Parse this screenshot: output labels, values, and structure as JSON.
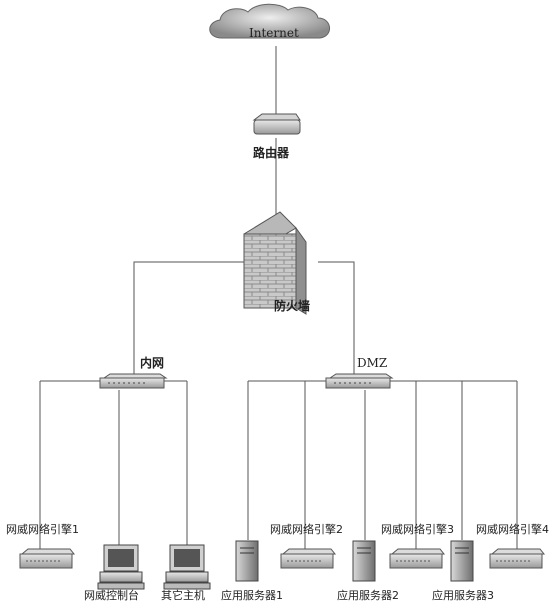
{
  "diagram": {
    "internet": "Internet",
    "router": "路由器",
    "firewall": "防火墙",
    "lan_label": "内网",
    "dmz_label": "DMZ",
    "engines": [
      "网威网络引擎1",
      "网威网络引擎2",
      "网威网络引擎3",
      "网威网络引擎4"
    ],
    "console": "网威控制台",
    "other_host": "其它主机",
    "servers": [
      "应用服务器1",
      "应用服务器2",
      "应用服务器3"
    ]
  }
}
